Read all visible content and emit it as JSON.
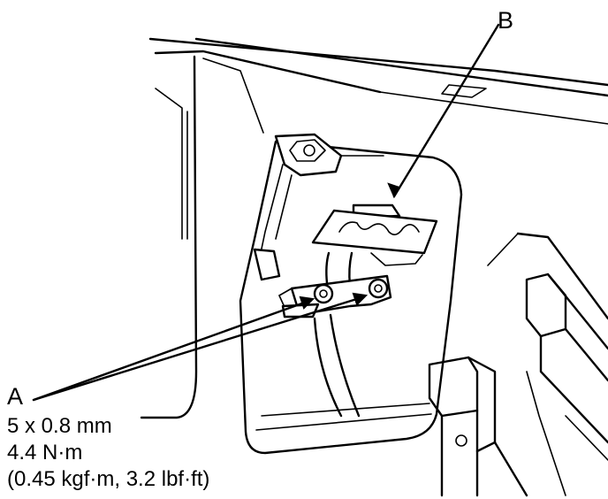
{
  "callouts": {
    "a_letter": "A",
    "b_letter": "B"
  },
  "bolt_spec": {
    "size": "5 x 0.8 mm",
    "torque_nm": "4.4 N·m",
    "torque_alt": "(0.45 kgf·m, 3.2 lbf·ft)"
  },
  "colors": {
    "line": "#000000",
    "background": "#ffffff"
  }
}
